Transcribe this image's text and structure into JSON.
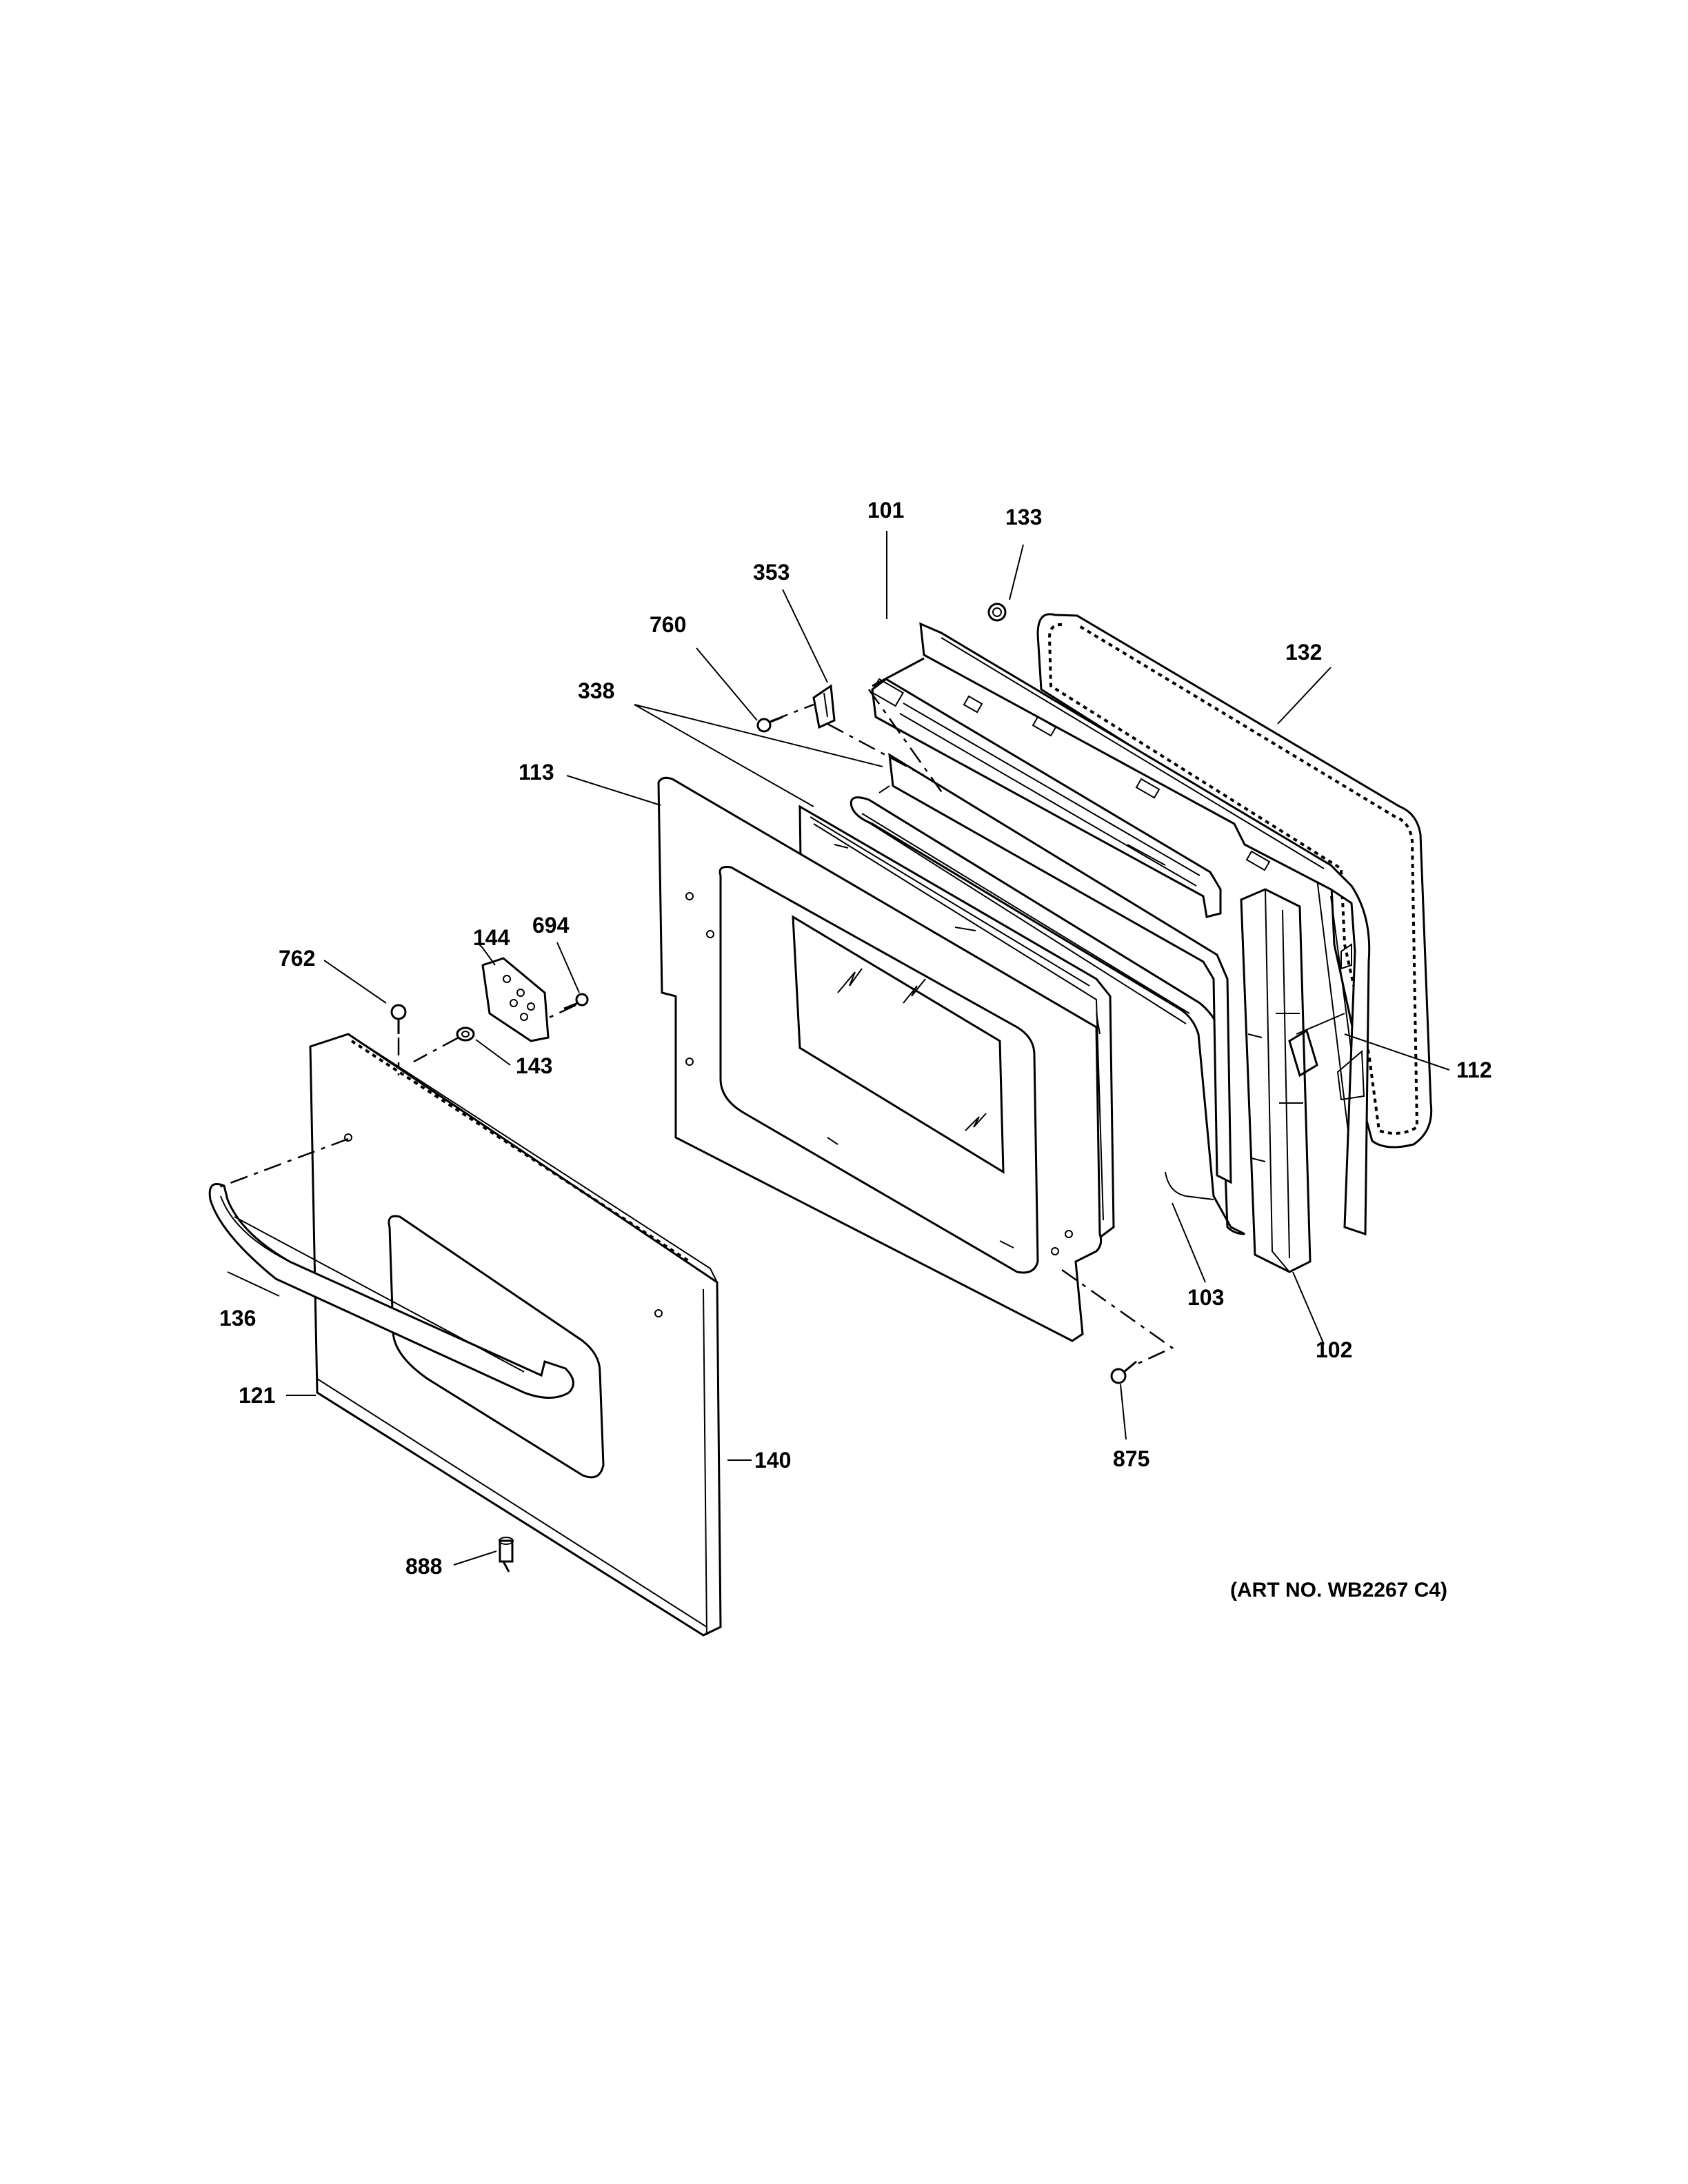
{
  "diagram": {
    "parts": [
      {
        "id": "101",
        "label": "101"
      },
      {
        "id": "133",
        "label": "133"
      },
      {
        "id": "353",
        "label": "353"
      },
      {
        "id": "760",
        "label": "760"
      },
      {
        "id": "132",
        "label": "132"
      },
      {
        "id": "338",
        "label": "338"
      },
      {
        "id": "113",
        "label": "113"
      },
      {
        "id": "144",
        "label": "144"
      },
      {
        "id": "694",
        "label": "694"
      },
      {
        "id": "762",
        "label": "762"
      },
      {
        "id": "143",
        "label": "143"
      },
      {
        "id": "112",
        "label": "112"
      },
      {
        "id": "136",
        "label": "136"
      },
      {
        "id": "103",
        "label": "103"
      },
      {
        "id": "102",
        "label": "102"
      },
      {
        "id": "121",
        "label": "121"
      },
      {
        "id": "140",
        "label": "140"
      },
      {
        "id": "875",
        "label": "875"
      },
      {
        "id": "888",
        "label": "888"
      }
    ],
    "art_number": "(ART NO. WB2267 C4)"
  }
}
